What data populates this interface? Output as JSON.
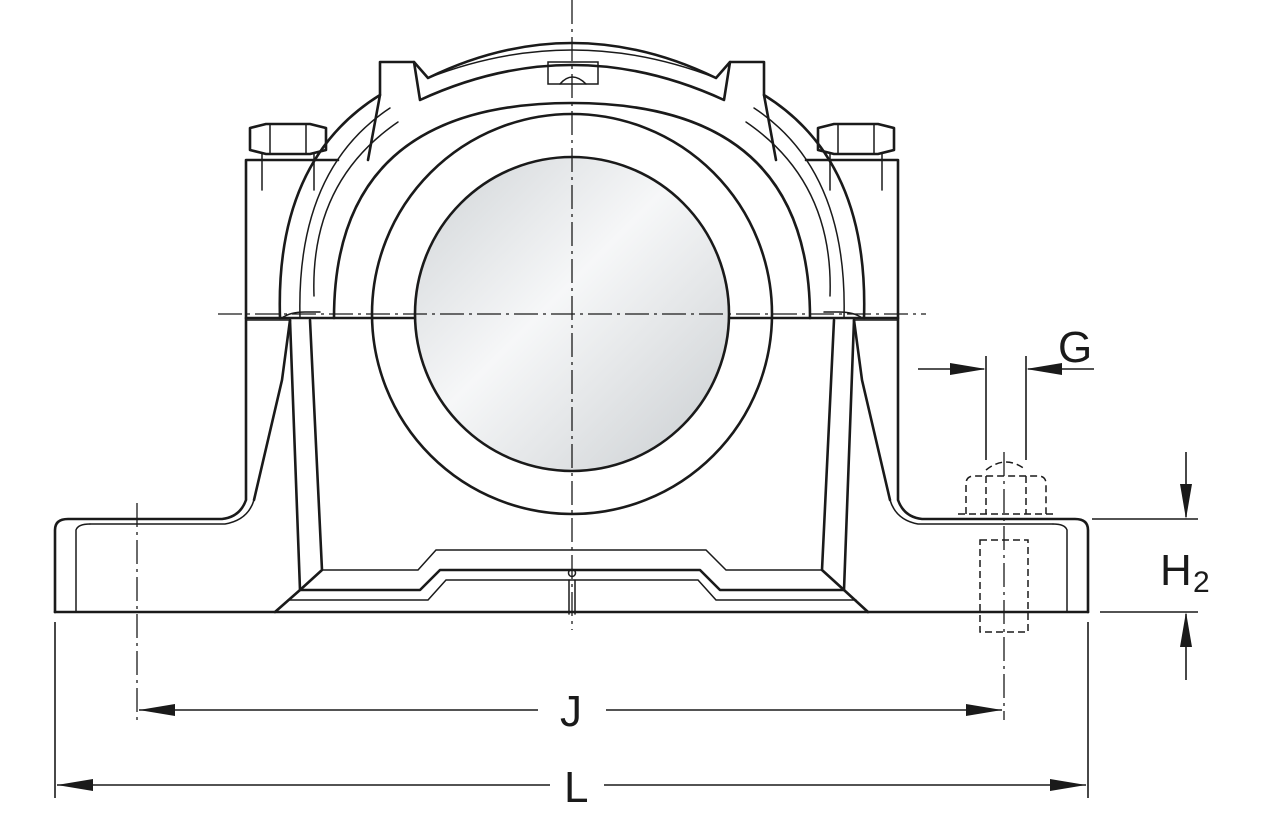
{
  "labels": {
    "g": "G",
    "h2_main": "H",
    "h2_sub": "2",
    "j": "J",
    "l": "L"
  },
  "colors": {
    "line": "#1a1a1a",
    "shaft_light": "#f6f7f8",
    "shaft_dark": "#cfd3d6"
  }
}
